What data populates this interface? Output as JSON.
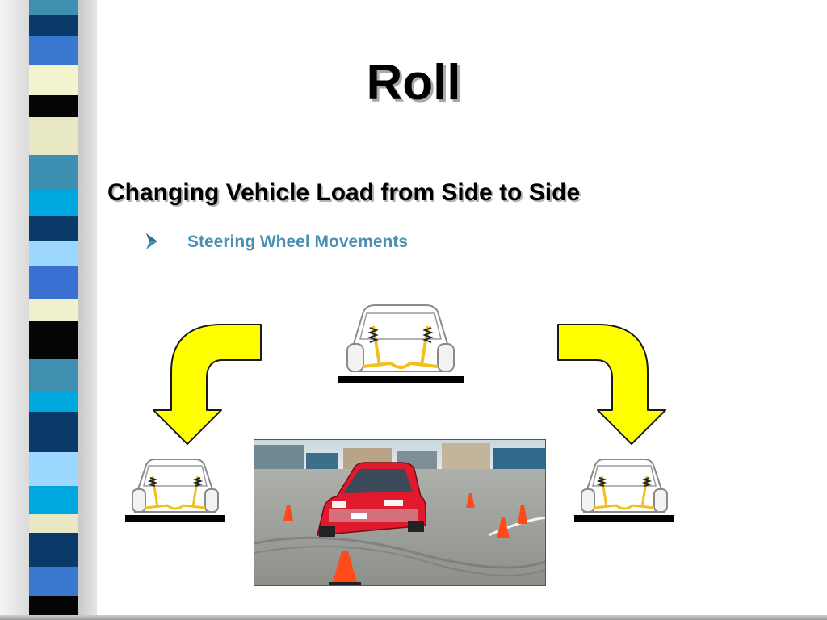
{
  "slide": {
    "title": "Roll",
    "subtitle": "Changing Vehicle Load from Side to Side",
    "bullets": [
      {
        "text": "Steering Wheel Movements",
        "icon": "arrowhead-bullet-icon"
      }
    ]
  },
  "colors": {
    "bullet_text": "#4a8fb4",
    "arrow_fill": "#ffff00",
    "car_red": "#e0192c",
    "cone_orange": "#ff4a1a"
  },
  "illustration": {
    "left_arrow_icon": "curved-arrow-down-left-icon",
    "right_arrow_icon": "curved-arrow-down-right-icon",
    "car_rear_icon": "car-rear-suspension-icon",
    "photo_icon": "red-car-slalom-cones-photo"
  }
}
